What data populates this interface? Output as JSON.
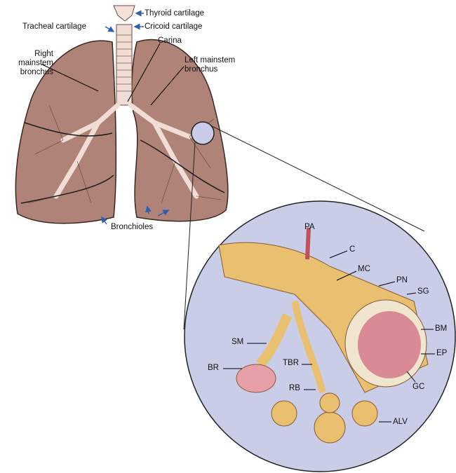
{
  "title_labels": {
    "thyroid": "Thyroid cartilage",
    "cricoid": "Cricoid cartilage",
    "tracheal": "Tracheal cartilage",
    "carina": "Carina",
    "right_mainstem": "Right mainstem bronchus",
    "left_mainstem": "Left mainstem bronchus",
    "bronchioles": "Bronchioles"
  },
  "inset_labels": {
    "pa": "PA",
    "c": "C",
    "mc": "MC",
    "pn": "PN",
    "sg": "SG",
    "bm": "BM",
    "ep": "EP",
    "gc": "GC",
    "sm": "SM",
    "br": "BR",
    "tbr": "TBR",
    "rb": "RB",
    "alv": "ALV"
  },
  "colors": {
    "lung": "#b08378",
    "inset_bg": "#c9cde8",
    "airway": "#e8c070",
    "arrow": "#2f5fae"
  }
}
